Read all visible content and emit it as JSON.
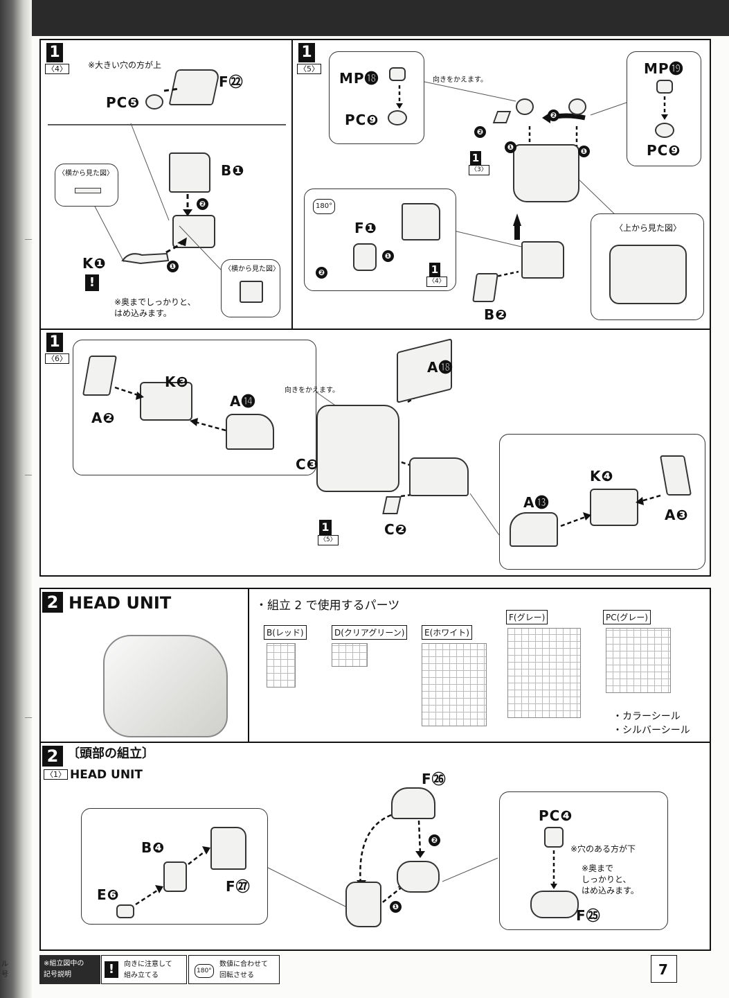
{
  "steps": {
    "s1_4": {
      "step": "1",
      "sub": "〈4〉",
      "note_top": "※大きい穴の方が上",
      "parts": {
        "f22": "F㉒",
        "pc5": "PC❺",
        "b1": "B❶",
        "k1": "K❶"
      },
      "side_view_1": "〈横から見た図〉",
      "side_view_2": "〈横から見た図〉",
      "note_bottom": "※奥までしっかりと、\nはめ込みます。",
      "warn_icon": "!"
    },
    "s1_5": {
      "step": "1",
      "sub": "〈5〉",
      "parts": {
        "mp18": "MP⓲",
        "pc9a": "PC❾",
        "mp19": "MP⓳",
        "pc9b": "PC❾",
        "f1": "F❶",
        "b2": "B❷"
      },
      "change_dir": "向きをかえます。",
      "top_view": "〈上から見た図〉",
      "ref_3": "〈3〉",
      "ref_4": "〈4〉",
      "rotate_180": "180°"
    },
    "s1_6": {
      "step": "1",
      "sub": "〈6〉",
      "parts": {
        "a18": "A⓲",
        "k3": "K❸",
        "a14": "A⓮",
        "a2": "A❷",
        "c3": "C❸",
        "c2": "C❷",
        "k4": "K❹",
        "a13": "A⓭",
        "a3": "A❸"
      },
      "change_dir": "向きをかえます。",
      "ref_5": "〈5〉"
    },
    "s2_header": {
      "step": "2",
      "title": "HEAD UNIT",
      "parts_title": "・組立 2 で使用するパーツ",
      "runners": [
        "B(レッド)",
        "D(クリアグリーン)",
        "E(ホワイト)",
        "F(グレー)",
        "PC(グレー)"
      ],
      "stickers": [
        "・カラーシール",
        "・シルバーシール"
      ]
    },
    "s2_1": {
      "step": "2",
      "title_jp": "〔頭部の組立〕",
      "sub": "〈1〉",
      "title_en": "HEAD UNIT",
      "parts": {
        "f26": "F㉖",
        "b4": "B❹",
        "f27": "F㉗",
        "e6": "E❻",
        "pc4": "PC❹",
        "f25": "F㉕"
      },
      "note_hole": "※穴のある方が下",
      "note_push": "※奥まで\nしっかりと、\nはめ込みます。"
    }
  },
  "order_marks": [
    "❶",
    "❷"
  ],
  "footer": {
    "legend_title": "※組立図中の\n記号説明",
    "legend_1": "向きに注意して\n組み立てる",
    "legend_2": "数値に合わせて\n回転させる",
    "icon_1": "!",
    "icon_2": "180°",
    "page_number": "7"
  },
  "spine_text": [
    "ル",
    "号"
  ]
}
